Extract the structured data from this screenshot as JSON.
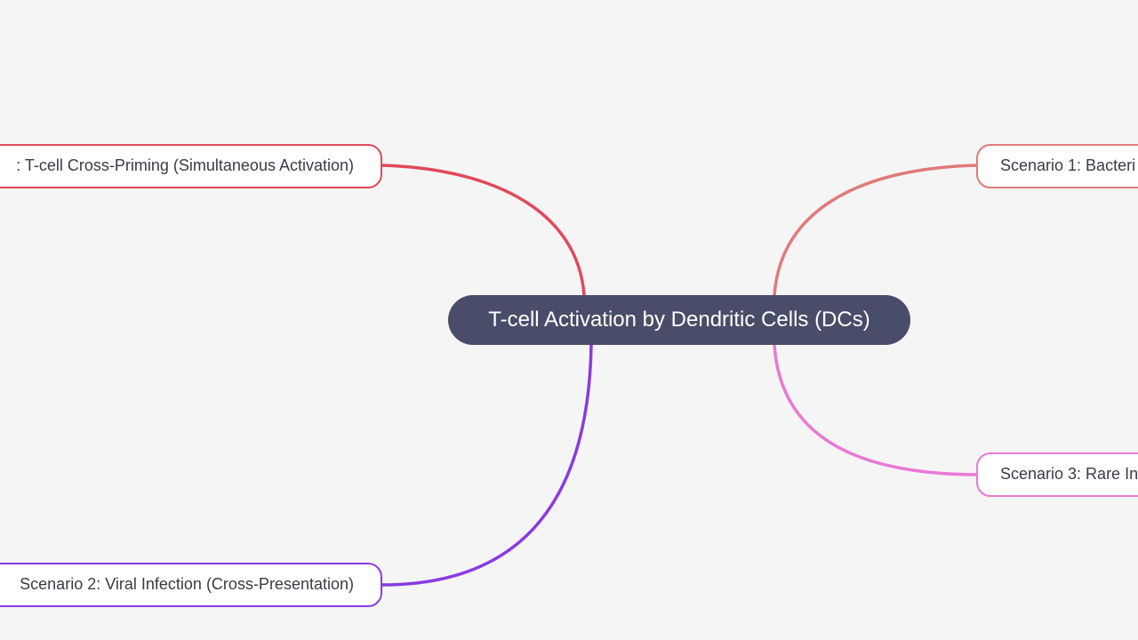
{
  "mindmap": {
    "root": {
      "label": "T-cell Activation by Dendritic Cells (DCs)",
      "color": "#4a4d69"
    },
    "branches": [
      {
        "id": "cross-priming",
        "label": ": T-cell Cross-Priming (Simultaneous Activation)",
        "color": "#e04a5a",
        "side": "left"
      },
      {
        "id": "viral-infection",
        "label": "Scenario 2: Viral Infection (Cross-Presentation)",
        "color": "#8a3be0",
        "side": "left"
      },
      {
        "id": "bacterial",
        "label": "Scenario 1: Bacteri",
        "color": "#e07a7a",
        "side": "right"
      },
      {
        "id": "rare",
        "label": "Scenario 3: Rare In",
        "color": "#e87ad4",
        "side": "right"
      }
    ]
  }
}
